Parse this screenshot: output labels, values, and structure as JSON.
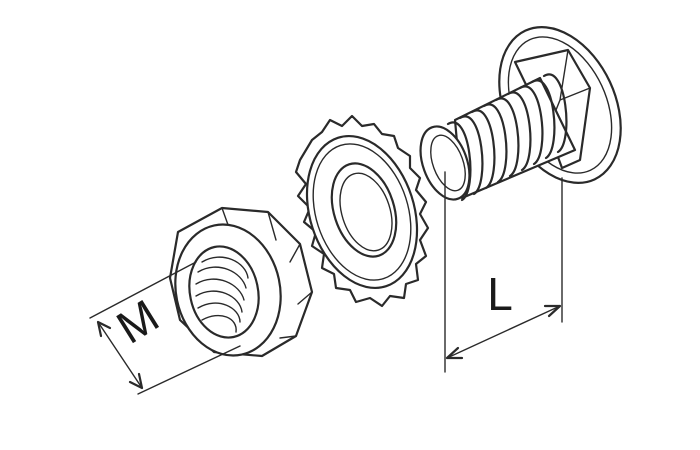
{
  "diagram": {
    "parts": [
      {
        "name": "carriage-bolt"
      },
      {
        "name": "serrated-lock-washer"
      },
      {
        "name": "hex-nut"
      }
    ],
    "dimensions": {
      "length_label": "L",
      "thread_label": "M"
    }
  }
}
